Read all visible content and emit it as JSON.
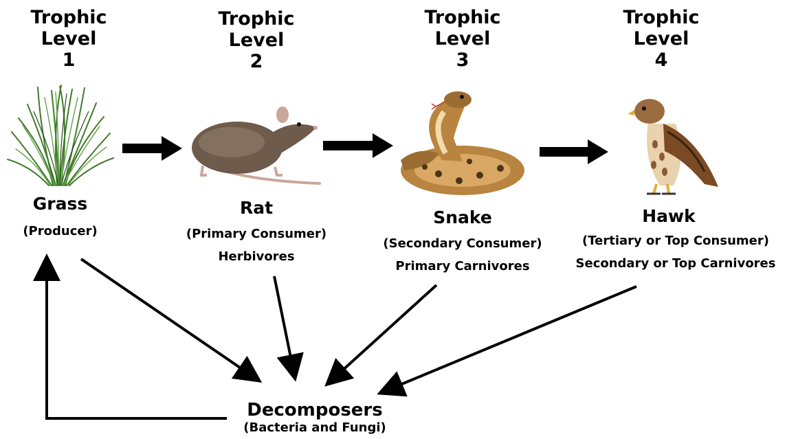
{
  "levels": [
    {
      "title": "Trophic",
      "sub": "Level",
      "num": "1",
      "organism": "Grass",
      "role": "(Producer)",
      "group": "",
      "image": "grass-illustration"
    },
    {
      "title": "Trophic",
      "sub": "Level",
      "num": "2",
      "organism": "Rat",
      "role": "(Primary Consumer)",
      "group": "Herbivores",
      "image": "rat-illustration"
    },
    {
      "title": "Trophic",
      "sub": "Level",
      "num": "3",
      "organism": "Snake",
      "role": "(Secondary Consumer)",
      "group": "Primary Carnivores",
      "image": "snake-illustration"
    },
    {
      "title": "Trophic",
      "sub": "Level",
      "num": "4",
      "organism": "Hawk",
      "role": "(Tertiary or Top Consumer)",
      "group": "Secondary or Top Carnivores",
      "image": "hawk-illustration"
    }
  ],
  "decomposers": {
    "name": "Decomposers",
    "detail": "(Bacteria and Fungi)"
  },
  "colors": {
    "arrow": "#000000",
    "grass": "#3f7a2a",
    "rat": "#6e5b4c",
    "snake": "#b8843f",
    "hawk": "#8a5a32"
  }
}
